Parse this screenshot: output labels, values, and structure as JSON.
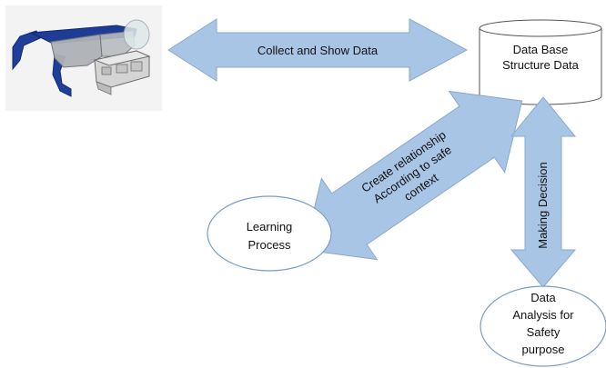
{
  "diagram": {
    "arrows": {
      "collect": "Collect and Show Data",
      "relationship": [
        "Create relationship",
        "According to safe",
        "context"
      ],
      "decision": "Making Decision"
    },
    "nodes": {
      "database": [
        "Data Base",
        "Structure Data"
      ],
      "learning": [
        "Learning",
        "Process"
      ],
      "analysis": [
        "Data",
        "Analysis for",
        "Safety",
        "purpose"
      ]
    },
    "image": {
      "subject": "safety glasses with sensor module",
      "icon": "smart-glasses-icon"
    },
    "colors": {
      "arrow_fill": "#a9c5e6",
      "arrow_stroke": "#8aa8cf",
      "node_stroke": "#7a9cc8",
      "text": "#111111"
    }
  }
}
